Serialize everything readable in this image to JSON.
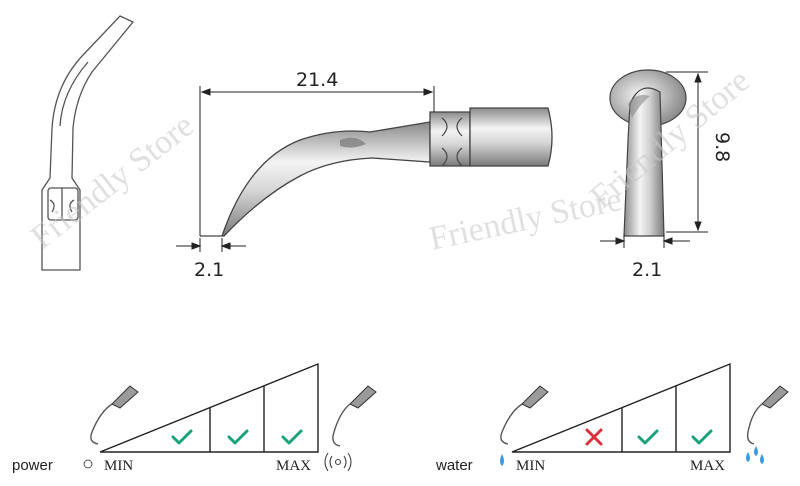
{
  "watermark": "Friendly Store",
  "dimensions": {
    "length": "21.4",
    "tip_width": "2.1",
    "side_height": "9.8",
    "side_width": "2.1"
  },
  "panels": [
    {
      "id": "power",
      "label": "power",
      "min_label": "MIN",
      "max_label": "MAX",
      "levels": [
        "check",
        "check",
        "check"
      ]
    },
    {
      "id": "water",
      "label": "water",
      "min_label": "MIN",
      "max_label": "MAX",
      "levels": [
        "cross",
        "check",
        "check"
      ]
    }
  ],
  "colors": {
    "check": "#1aa27a",
    "cross": "#d9303a",
    "water_drop": "#3b9be0",
    "metal_dark": "#8e8e8e",
    "metal_light": "#f2f2f2"
  },
  "icons": {
    "check": "check-icon",
    "cross": "cross-icon",
    "tip": "scaler-tip-icon",
    "vibration": "vibration-waves-icon",
    "water": "water-drop-icon"
  }
}
